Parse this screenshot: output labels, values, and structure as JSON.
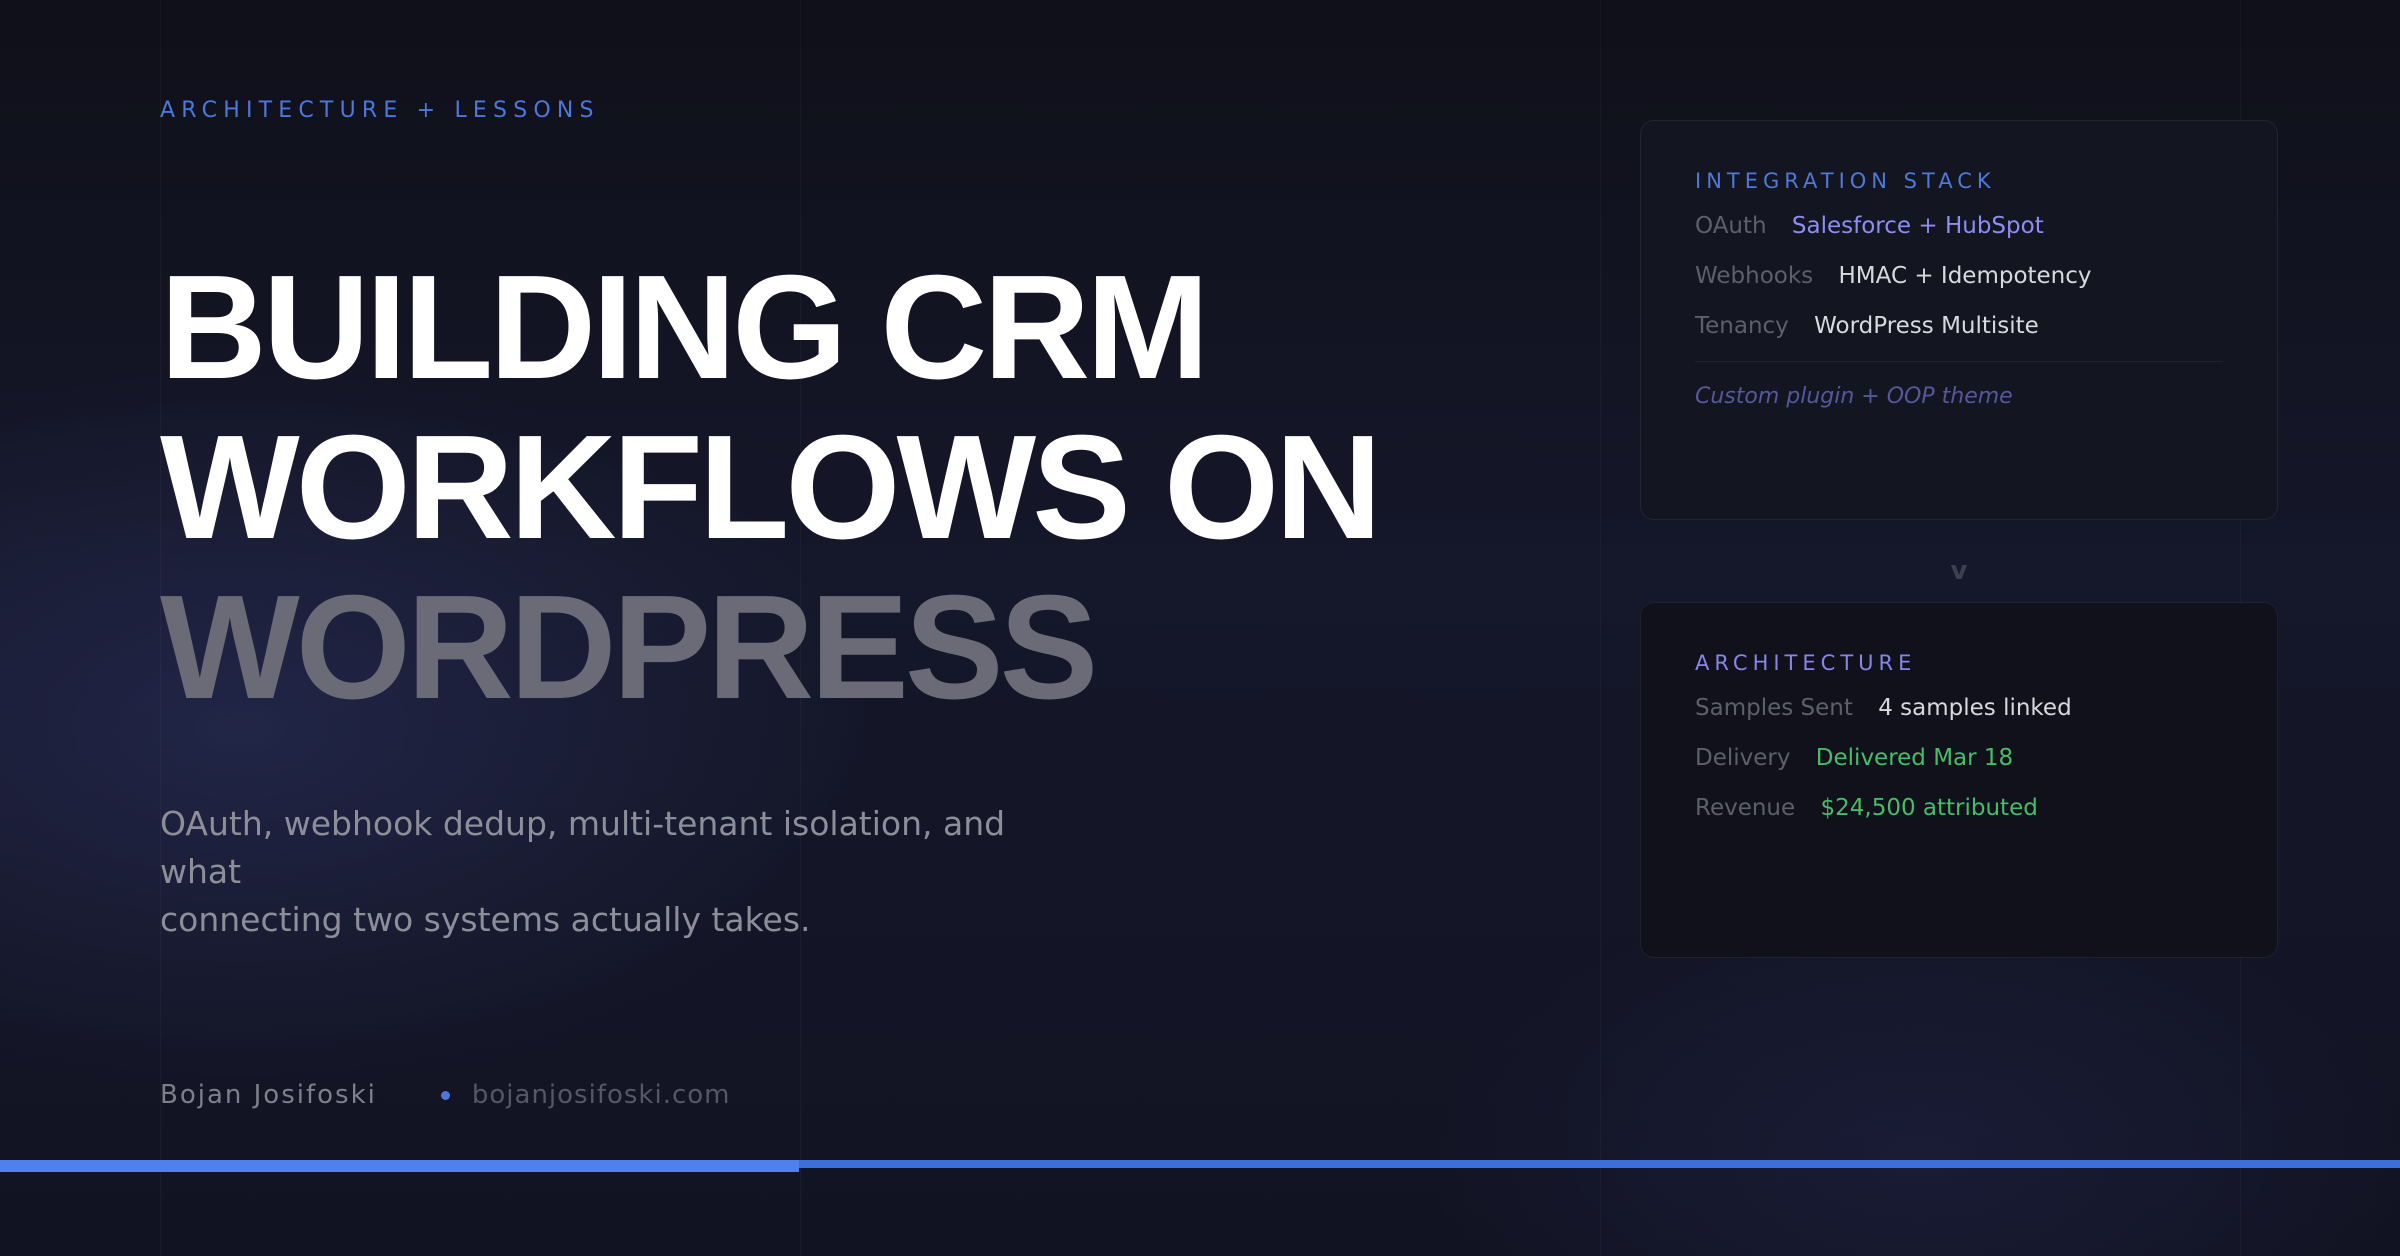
{
  "eyebrow": "ARCHITECTURE + LESSONS",
  "headline": {
    "line1": "BUILDING CRM",
    "line2": "WORKFLOWS ON",
    "line3": "WORDPRESS"
  },
  "lede": {
    "line1": "OAuth, webhook dedup, multi-tenant isolation, and what",
    "line2": "connecting two systems actually takes."
  },
  "byline": {
    "author": "Bojan Josifoski",
    "site": "bojanjosifoski.com"
  },
  "progress": {
    "value": 0.333
  },
  "integration_card": {
    "title": "INTEGRATION STACK",
    "rows": [
      {
        "key": "OAuth",
        "value": "Salesforce + HubSpot"
      },
      {
        "key": "Webhooks",
        "value": "HMAC + Idempotency"
      },
      {
        "key": "Tenancy",
        "value": "WordPress Multisite"
      }
    ],
    "note": "Custom plugin + OOP theme"
  },
  "connector": {
    "glyph": "v"
  },
  "architecture_card": {
    "title": "ARCHITECTURE",
    "rows": [
      {
        "key": "Samples Sent",
        "value": "4 samples linked"
      },
      {
        "key": "Delivery",
        "value": "Delivered Mar 18"
      },
      {
        "key": "Revenue",
        "value": "$24,500 attributed"
      }
    ]
  },
  "colors": {
    "accent_blue": "#4d78db",
    "accent_violet": "#8d8df5",
    "success_green": "#46bd68",
    "background": "#141526"
  }
}
